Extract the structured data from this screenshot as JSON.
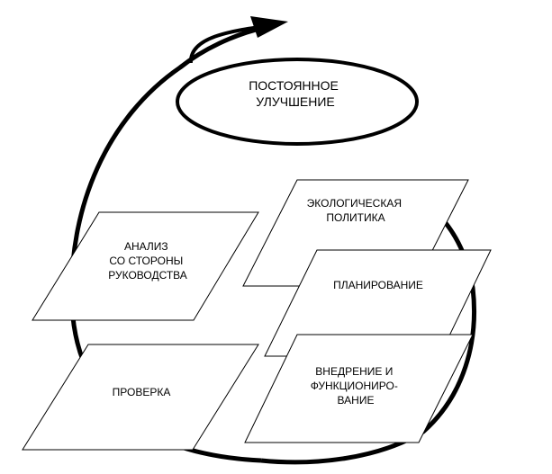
{
  "diagram": {
    "center": {
      "lines": [
        "ПОСТОЯННОЕ",
        "УЛУЧШЕНИЕ"
      ]
    },
    "steps": [
      {
        "id": "policy",
        "lines": [
          "ЭКОЛОГИЧЕСКАЯ",
          "ПОЛИТИКА"
        ]
      },
      {
        "id": "planning",
        "lines": [
          "ПЛАНИРОВАНИЕ"
        ]
      },
      {
        "id": "implementation",
        "lines": [
          "ВНЕДРЕНИЕ И",
          "ФУНКЦИОНИРО-",
          "ВАНИЕ"
        ]
      },
      {
        "id": "checking",
        "lines": [
          "ПРОВЕРКА"
        ]
      },
      {
        "id": "review",
        "lines": [
          "АНАЛИЗ",
          "СО СТОРОНЫ",
          "РУКОВОДСТВА"
        ]
      }
    ],
    "colors": {
      "stroke": "#000000",
      "fill": "#ffffff",
      "text": "#000000"
    }
  }
}
